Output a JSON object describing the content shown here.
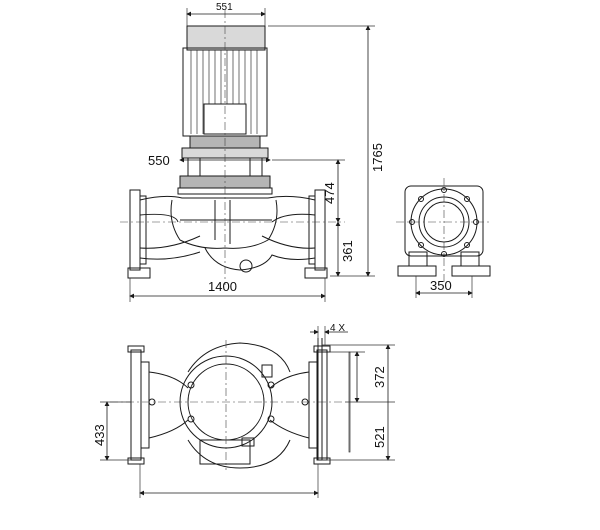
{
  "dimensions": {
    "motor_width": "551",
    "coupling_width": "550",
    "total_height": "1765",
    "flange_to_top": "474",
    "base_to_center": "361",
    "overall_length": "1400",
    "side_width": "350",
    "bolt_holes": "4 X",
    "center_to_end": "372",
    "base_depth": "521",
    "port_offset": "433"
  }
}
